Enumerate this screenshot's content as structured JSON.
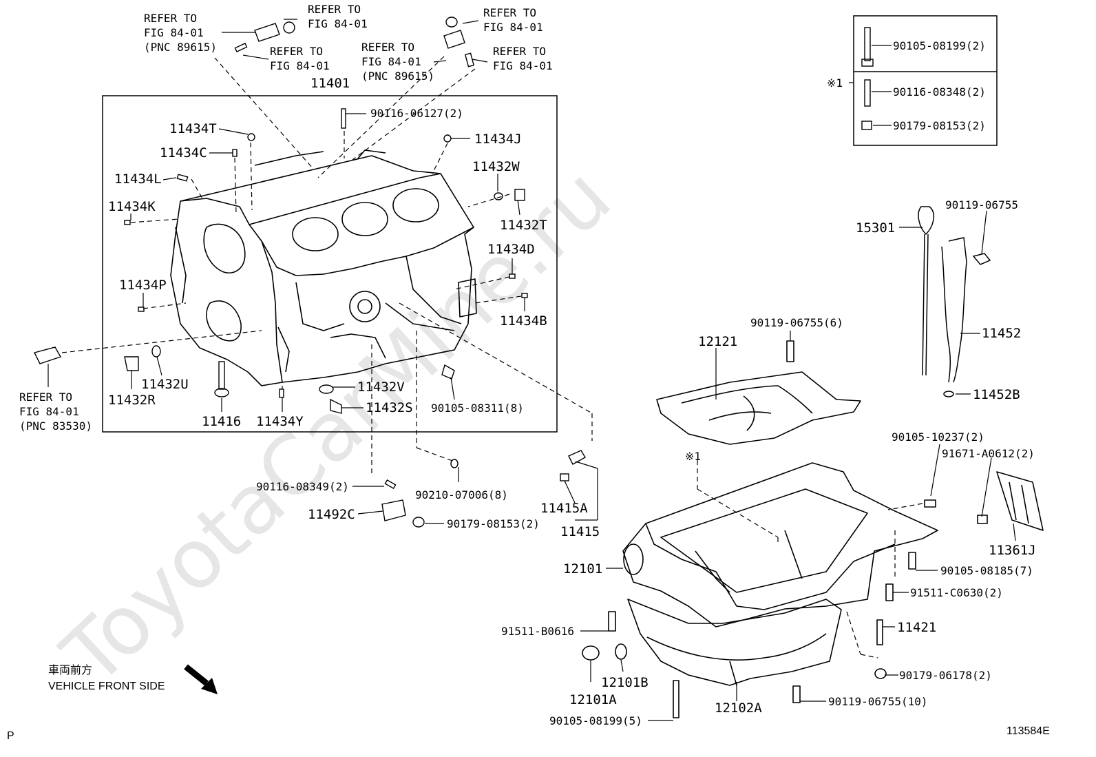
{
  "watermark": "ToyotaCarMine.ru",
  "figure_number": "113584E",
  "page_marker": "P",
  "orientation": {
    "label_jp": "車両前方",
    "label_en": "VEHICLE FRONT SIDE",
    "icon": "arrow-down-right-icon"
  },
  "refs": {
    "r1_l1": "REFER TO",
    "r1_l2": "FIG 84-01",
    "r1_l3": "(PNC 89615)",
    "r2_l1": "REFER TO",
    "r2_l2": "FIG 84-01",
    "r3_l1": "REFER TO",
    "r3_l2": "FIG 84-01",
    "r4_l1": "REFER TO",
    "r4_l2": "FIG 84-01",
    "r5_l1": "REFER TO",
    "r5_l2": "FIG 84-01",
    "r5_l3": "(PNC 89615)",
    "r6_l1": "REFER TO",
    "r6_l2": "FIG 84-01",
    "r7_l1": "REFER TO",
    "r7_l2": "FIG 84-01",
    "r7_l3": "(PNC 83530)"
  },
  "parts": {
    "p11401": "11401",
    "p90116_06127": "90116-06127(2)",
    "p11434T": "11434T",
    "p11434J": "11434J",
    "p11434C": "11434C",
    "p11432W": "11432W",
    "p11434L": "11434L",
    "p11434K": "11434K",
    "p11432T": "11432T",
    "p11434D": "11434D",
    "p11434P": "11434P",
    "p11434B": "11434B",
    "p11432U": "11432U",
    "p11432R": "11432R",
    "p11432V": "11432V",
    "p11432S": "11432S",
    "p90105_08311": "90105-08311(8)",
    "p11416": "11416",
    "p11434Y": "11434Y",
    "p90116_08349": "90116-08349(2)",
    "p90210_07006": "90210-07006(8)",
    "p11492C": "11492C",
    "p90179_08153_a": "90179-08153(2)",
    "p11415A": "11415A",
    "p11415": "11415",
    "p90105_08199_box": "90105-08199(2)",
    "p90116_08348": "90116-08348(2)",
    "p90179_08153_box": "90179-08153(2)",
    "note_mark": "※1",
    "p15301": "15301",
    "p90119_06755": "90119-06755",
    "p11452": "11452",
    "p11452B": "11452B",
    "p12121": "12121",
    "p90119_06755_6": "90119-06755(6)",
    "p90105_10237": "90105-10237(2)",
    "p91671_A0612": "91671-A0612(2)",
    "p11361J": "11361J",
    "note_mark_pan": "※1",
    "p12101": "12101",
    "p90105_08185": "90105-08185(7)",
    "p91511_C0630": "91511-C0630(2)",
    "p91511_B0616": "91511-B0616",
    "p11421": "11421",
    "p12101B": "12101B",
    "p12101A": "12101A",
    "p90179_06178": "90179-06178(2)",
    "p90119_06755_10": "90119-06755(10)",
    "p12102A": "12102A",
    "p90105_08199_5": "90105-08199(5)"
  }
}
